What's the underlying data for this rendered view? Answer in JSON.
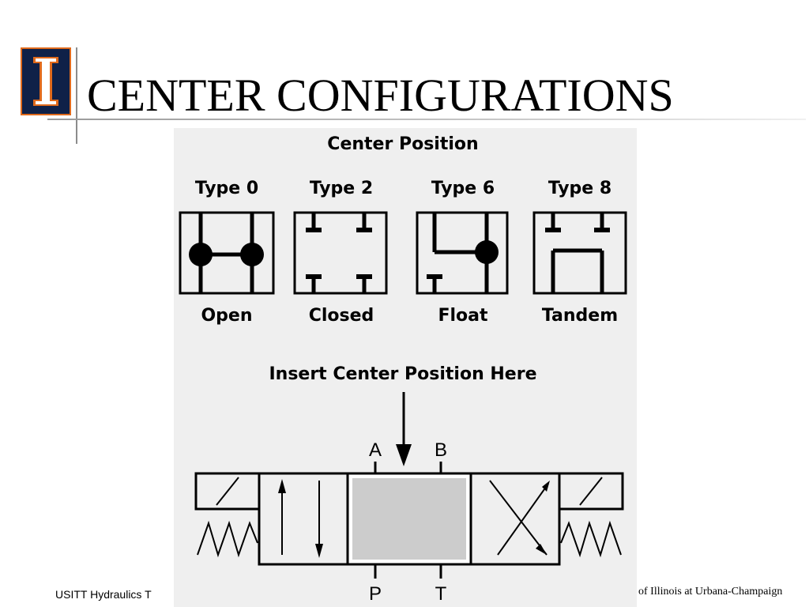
{
  "slide": {
    "title": "CENTER CONFIGURATIONS",
    "footer_left": "USITT Hydraulics T",
    "footer_right": "of Illinois at Urbana-Champaign"
  },
  "colors": {
    "logo_bg": "#0f2148",
    "logo_accent": "#e06a1c",
    "figure_bg": "#efefef",
    "center_fill": "#cccccc"
  },
  "diagram": {
    "heading": "Center Position",
    "types": [
      {
        "type_label": "Type 0",
        "name": "Open"
      },
      {
        "type_label": "Type 2",
        "name": "Closed"
      },
      {
        "type_label": "Type 6",
        "name": "Float"
      },
      {
        "type_label": "Type 8",
        "name": "Tandem"
      }
    ],
    "insert_label": "Insert Center Position Here",
    "ports": {
      "a": "A",
      "b": "B",
      "p": "P",
      "t": "T"
    }
  }
}
